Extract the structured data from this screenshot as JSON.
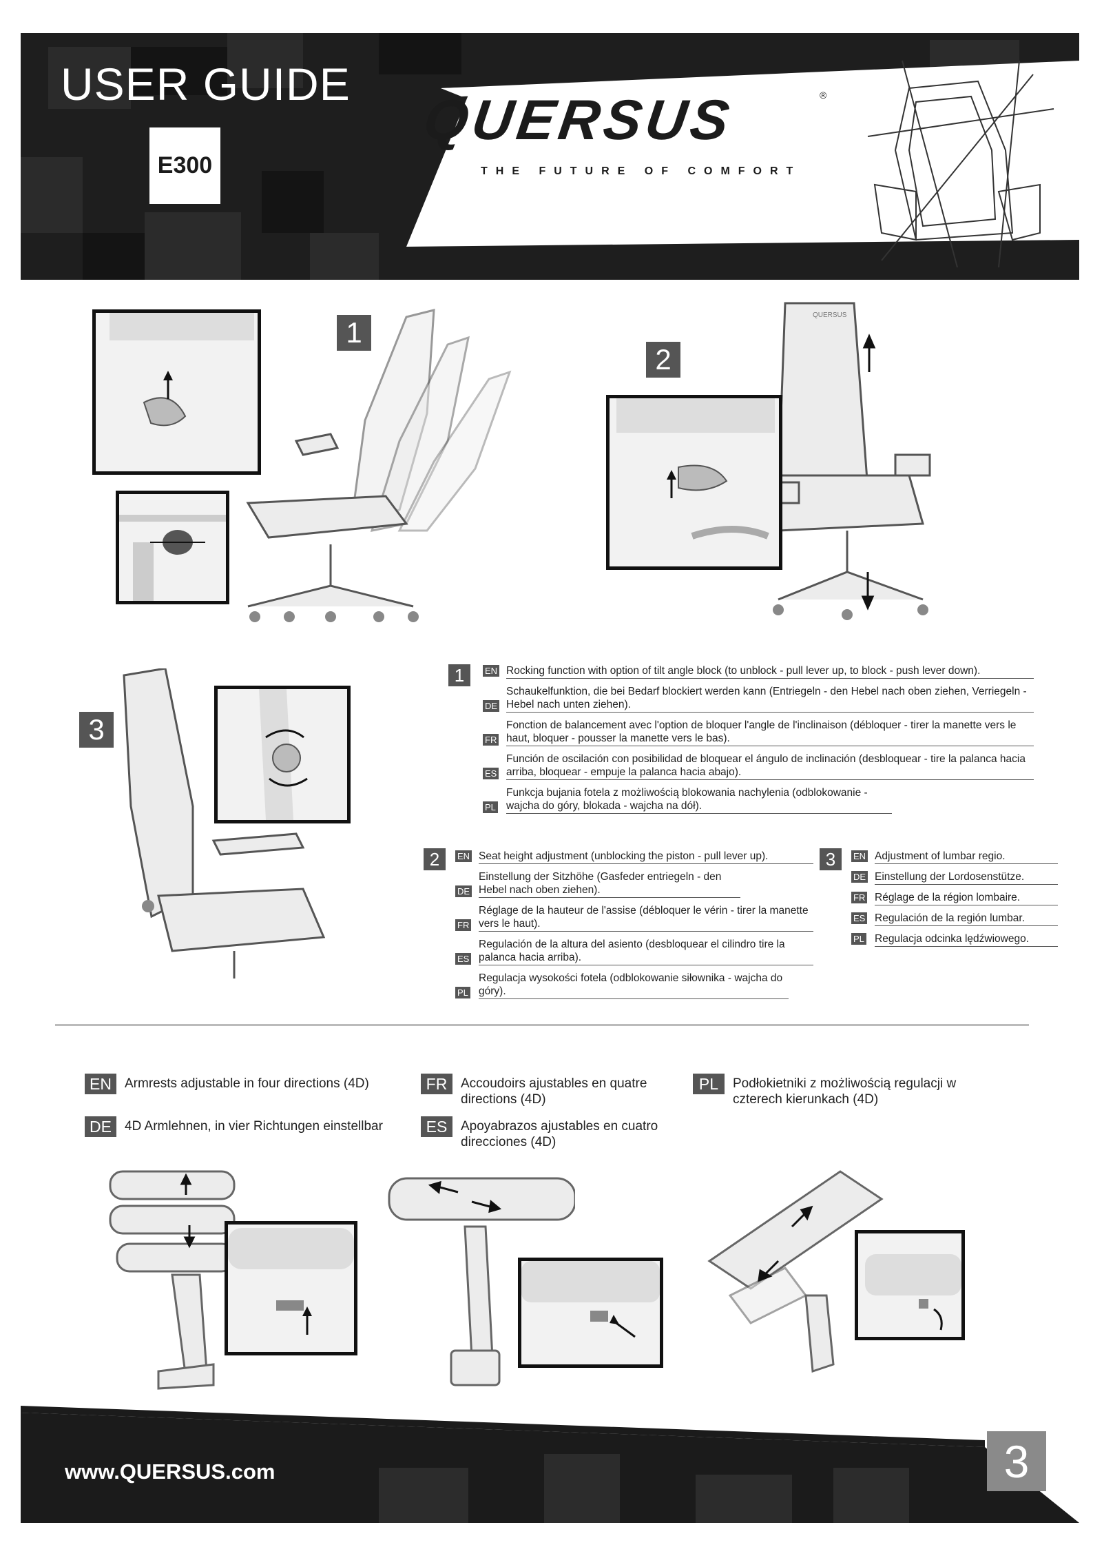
{
  "header": {
    "guide_title": "USER GUIDE",
    "model": "E300",
    "brand": "QUERSUS",
    "brand_reg": "®",
    "tagline": "THE FUTURE OF COMFORT"
  },
  "figures": {
    "step1_badge": "1",
    "step2_badge": "2",
    "step3_badge": "3",
    "seat_back_brand": "QUERSUS"
  },
  "instructions": {
    "step1": {
      "badge": "1",
      "items": [
        {
          "code": "EN",
          "text": "Rocking function with option of tilt angle block (to unblock - pull lever up, to block - push lever down)."
        },
        {
          "code": "DE",
          "text": "Schaukelfunktion, die bei Bedarf blockiert werden kann (Entriegeln - den Hebel nach oben ziehen, Verriegeln - Hebel nach unten ziehen)."
        },
        {
          "code": "FR",
          "text": "Fonction de balancement avec l'option de bloquer l'angle de l'inclinaison (débloquer - tirer la manette vers le haut, bloquer - pousser la manette vers le bas)."
        },
        {
          "code": "ES",
          "text": "Función de oscilación con posibilidad de bloquear el ángulo de inclinación (desbloquear - tire la palanca hacia arriba, bloquear - empuje la palanca hacia abajo)."
        },
        {
          "code": "PL",
          "text": "Funkcja bujania fotela z możliwością blokowania nachylenia (odblokowanie - wajcha do góry, blokada - wajcha na dół)."
        }
      ]
    },
    "step2": {
      "badge": "2",
      "items": [
        {
          "code": "EN",
          "text": "Seat height adjustment (unblocking the piston - pull lever up)."
        },
        {
          "code": "DE",
          "text": "Einstellung der Sitzhöhe (Gasfeder entriegeln - den Hebel nach oben ziehen)."
        },
        {
          "code": "FR",
          "text": "Réglage de la hauteur de l'assise (débloquer le vérin - tirer la manette vers le haut)."
        },
        {
          "code": "ES",
          "text": "Regulación de la altura del asiento (desbloquear el cilindro tire la palanca hacia arriba)."
        },
        {
          "code": "PL",
          "text": "Regulacja wysokości fotela (odblokowanie siłownika - wajcha do góry)."
        }
      ]
    },
    "step3": {
      "badge": "3",
      "items": [
        {
          "code": "EN",
          "text": "Adjustment of lumbar regio."
        },
        {
          "code": "DE",
          "text": "Einstellung der Lordosenstütze."
        },
        {
          "code": "FR",
          "text": "Réglage de la région lombaire."
        },
        {
          "code": "ES",
          "text": "Regulación de la región lumbar."
        },
        {
          "code": "PL",
          "text": "Regulacja odcinka lędźwiowego."
        }
      ]
    }
  },
  "armrests": [
    {
      "code": "EN",
      "text": "Armrests adjustable in four directions (4D)"
    },
    {
      "code": "DE",
      "text": "4D Armlehnen, in vier Richtungen einstellbar"
    },
    {
      "code": "FR",
      "text": "Accoudoirs ajustables en quatre directions (4D)"
    },
    {
      "code": "ES",
      "text": "Apoyabrazos ajustables en cuatro direcciones (4D)"
    },
    {
      "code": "PL",
      "text": "Podłokietniki z możliwością regulacji w czterech kierunkach (4D)"
    }
  ],
  "footer": {
    "url": "www.QUERSUS.com",
    "page_number": "3"
  },
  "colors": {
    "dark": "#1b1b1b",
    "badge": "#555555",
    "page_badge": "#8a8a8a"
  }
}
